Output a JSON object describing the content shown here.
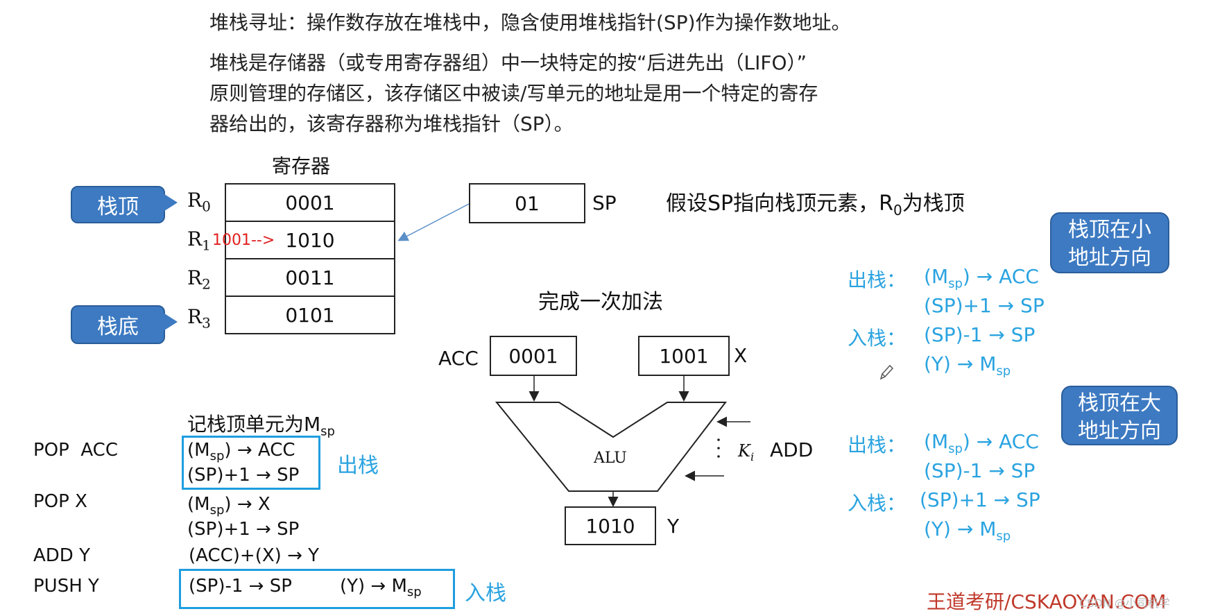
{
  "intro": {
    "line1": "堆栈寻址：操作数存放在堆栈中，隐含使用堆栈指针(SP)作为操作数地址。",
    "para": [
      "堆栈是存储器（或专用寄存器组）中一块特定的按“后进先出（LIFO）”",
      "原则管理的存储区，该存储区中被读/写单元的地址是用一个特定的寄存",
      "器给出的，该寄存器称为堆栈指针（SP）。"
    ]
  },
  "registers": {
    "title": "寄存器",
    "rows": [
      {
        "label": "R",
        "sub": "0",
        "value": "0001"
      },
      {
        "label": "R",
        "sub": "1",
        "value": "1010",
        "annotation": "1001-->"
      },
      {
        "label": "R",
        "sub": "2",
        "value": "0011"
      },
      {
        "label": "R",
        "sub": "3",
        "value": "0101"
      }
    ],
    "top_callout": "栈顶",
    "bottom_callout": "栈底"
  },
  "sp": {
    "value": "01",
    "label": "SP",
    "note_pre": "假设SP指向栈顶元素，R",
    "note_sub": "0",
    "note_post": "为栈顶"
  },
  "alu": {
    "title": "完成一次加法",
    "acc_label": "ACC",
    "acc_value": "0001",
    "x_value": "1001",
    "x_label": "X",
    "alu_label": "ALU",
    "k_label": "K",
    "k_sub": "i",
    "add_label": "ADD",
    "y_value": "1010",
    "y_label": "Y"
  },
  "instructions": {
    "msp_note": "记栈顶单元为M",
    "msp_sub": "sp",
    "items": [
      {
        "name": "POP  ACC",
        "ops": [
          "(Msp) → ACC",
          "(SP)+1 → SP"
        ]
      },
      {
        "name": "POP X",
        "ops": [
          "(Msp) → X",
          "(SP)+1 → SP"
        ]
      },
      {
        "name": "ADD Y",
        "ops": [
          "(ACC)+(X) → Y"
        ]
      },
      {
        "name": "PUSH Y",
        "ops": [
          "(SP)-1 → SP",
          "(Y) → Msp"
        ]
      }
    ],
    "pop_tag": "出栈",
    "push_tag": "入栈"
  },
  "right_panel": {
    "bubble_small": [
      "栈顶在小",
      "地址方向"
    ],
    "bubble_large": [
      "栈顶在大",
      "地址方向"
    ],
    "small": {
      "pop_label": "出栈：",
      "pop_ops": [
        "(Msp) → ACC",
        "(SP)+1 → SP"
      ],
      "push_label": "入栈：",
      "push_ops": [
        "(SP)-1 → SP",
        "(Y) → Msp"
      ]
    },
    "large": {
      "pop_label": "出栈：",
      "pop_ops": [
        "(Msp) → ACC",
        "(SP)-1 → SP"
      ],
      "push_label": "入栈：",
      "push_ops": [
        "(SP)+1 → SP",
        "(Y) → Msp"
      ]
    }
  },
  "footer": {
    "brand": "王道考研/CSKAOYAN.COM",
    "watermark": "CSDN @小司机学"
  },
  "colors": {
    "blue_text": "#2aa3e0",
    "callout": "#3d7ac2",
    "red": "#e02020",
    "brand": "#c0392b"
  }
}
